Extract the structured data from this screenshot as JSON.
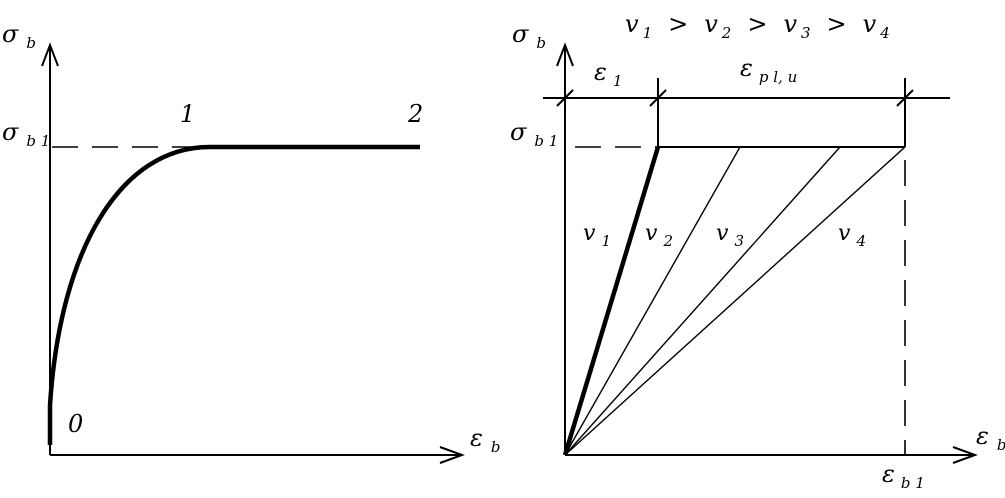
{
  "left": {
    "y_axis": {
      "symbol": "σ",
      "sub": "b"
    },
    "x_axis": {
      "symbol": "ε",
      "sub": "b"
    },
    "level": {
      "symbol": "σ",
      "sub": "b 1"
    },
    "point_0": "0",
    "point_1": "1",
    "point_2": "2"
  },
  "right": {
    "header": {
      "v1": "v",
      "v1_sub": "1",
      "gt1": ">",
      "v2": "v",
      "v2_sub": "2",
      "gt2": ">",
      "v3": "v",
      "v3_sub": "3",
      "gt3": ">",
      "v4": "v",
      "v4_sub": "4"
    },
    "y_axis": {
      "symbol": "σ",
      "sub": "b"
    },
    "x_axis": {
      "symbol": "ε",
      "sub": "b"
    },
    "level": {
      "symbol": "σ",
      "sub": "b 1"
    },
    "eps1": {
      "symbol": "ε",
      "sub": "1"
    },
    "epspl": {
      "symbol": "ε",
      "sub": "p l, u"
    },
    "epsb1": {
      "symbol": "ε",
      "sub": "b 1"
    },
    "lines": [
      {
        "symbol": "v",
        "sub": "1"
      },
      {
        "symbol": "v",
        "sub": "2"
      },
      {
        "symbol": "v",
        "sub": "3"
      },
      {
        "symbol": "v",
        "sub": "4"
      }
    ]
  }
}
